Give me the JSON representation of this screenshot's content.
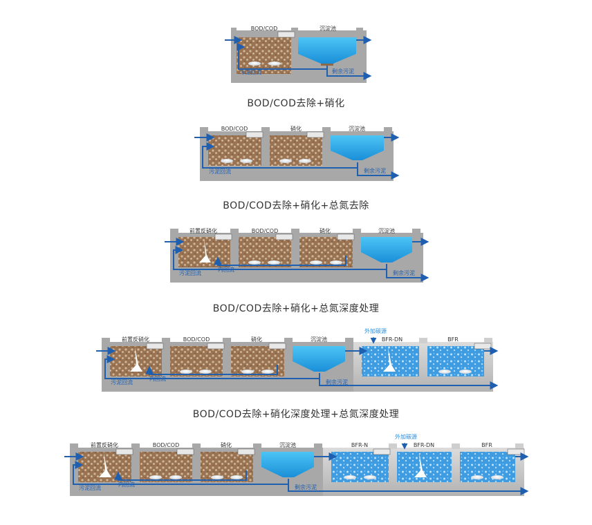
{
  "captions": [
    "BOD/COD去除+硝化",
    "BOD/COD去除+硝化+总氮去除",
    "BOD/COD去除+硝化+总氮深度处理",
    "BOD/COD去除+硝化深度处理+总氮深度处理"
  ],
  "diagram1": {
    "tank_bod": "BOD/COD",
    "tank_settle": "沉淀池",
    "sludge_return": "污泥回流",
    "excess_sludge": "剩余污泥"
  },
  "diagram2": {
    "tank_bod": "BOD/COD",
    "tank_nitr": "硝化",
    "tank_settle": "沉淀池",
    "sludge_return": "污泥回流",
    "excess_sludge": "剩余污泥"
  },
  "diagram3": {
    "tank_predn": "前置反硝化",
    "tank_bod": "BOD/COD",
    "tank_nitr": "硝化",
    "tank_settle": "沉淀池",
    "sludge_return": "污泥回流",
    "internal_return": "内回流",
    "excess_sludge": "剩余污泥"
  },
  "diagram4": {
    "tank_predn": "前置反硝化",
    "tank_bod": "BOD/COD",
    "tank_nitr": "硝化",
    "tank_settle": "沉淀池",
    "carbon_source": "外加碳源",
    "tank_bfrdn": "BFR-DN",
    "tank_bfr": "BFR",
    "sludge_return": "污泥回流",
    "internal_return": "内回流",
    "excess_sludge": "剩余污泥"
  },
  "diagram5": {
    "tank_predn": "前置反硝化",
    "tank_bod": "BOD/COD",
    "tank_nitr": "硝化",
    "tank_settle": "沉淀池",
    "tank_bfrn": "BFR-N",
    "carbon_source": "外加碳源",
    "tank_bfrdn": "BFR-DN",
    "tank_bfr": "BFR",
    "sludge_return": "污泥回流",
    "internal_return": "内回流",
    "excess_sludge": "剩余污泥"
  },
  "colors": {
    "frame": "#a8a8a8",
    "sludge": "#9b7452",
    "water": "#2a9be0",
    "flow": "#1f5fb0",
    "text": "#333333"
  }
}
